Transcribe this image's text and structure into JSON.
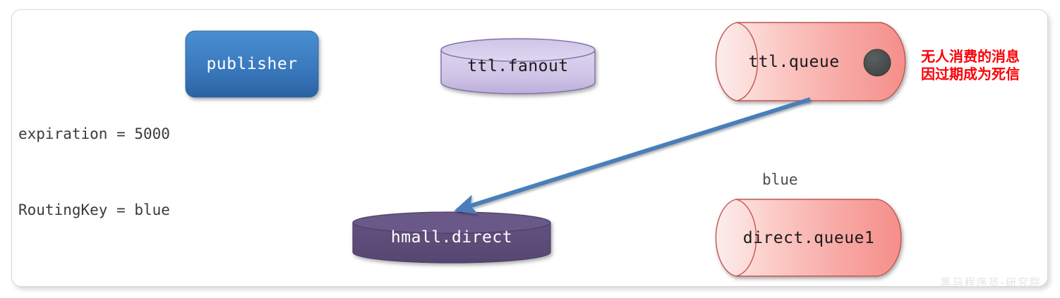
{
  "diagram": {
    "title": "RabbitMQ TTL dead-letter routing diagram",
    "params": {
      "line1": "expiration = 5000",
      "line2": "RoutingKey = blue"
    },
    "nodes": {
      "publisher": {
        "label": "publisher",
        "type": "process-box",
        "color": "#3a7dc0"
      },
      "ttl_fanout": {
        "label": "ttl.fanout",
        "type": "exchange-cylinder",
        "color": "#c8bbe0"
      },
      "ttl_queue": {
        "label": "ttl.queue",
        "type": "queue-cylinder",
        "color": "#f6a9a6"
      },
      "hmall_direct": {
        "label": "hmall.direct",
        "type": "exchange-cylinder",
        "color": "#5c4b77"
      },
      "direct_queue1": {
        "label": "direct.queue1",
        "type": "queue-cylinder",
        "color": "#f6a9a6"
      }
    },
    "edge_labels": {
      "blue_binding": "blue"
    },
    "annotations": {
      "dead_letter_line1": "无人消费的消息",
      "dead_letter_line2": "因过期成为死信",
      "dead_letter_color": "#fb0007"
    },
    "message_dot": {
      "name": "message-token",
      "color": "#454a4a"
    },
    "watermark": "黑马程序员-研究院",
    "arrow_color": "#4a7ebb"
  }
}
